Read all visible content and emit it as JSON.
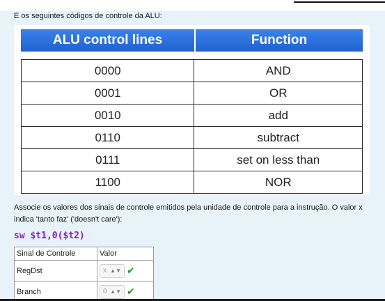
{
  "intro_text": "E os seguintes códigos de controle da ALU:",
  "alu_table": {
    "headers": [
      "ALU control lines",
      "Function"
    ],
    "rows": [
      [
        "0000",
        "AND"
      ],
      [
        "0001",
        "OR"
      ],
      [
        "0010",
        "add"
      ],
      [
        "0110",
        "subtract"
      ],
      [
        "0111",
        "set on less than"
      ],
      [
        "1100",
        "NOR"
      ]
    ]
  },
  "instruction_text": "Associe os valores dos sinais de controle emitidos pela unidade de controle para a instrução. O valor x indica 'tanto faz' ('doesn't care'):",
  "instruction_code": "sw $t1,0($t2)",
  "signal_table": {
    "headers": [
      "Sinal de Controle",
      "Valor"
    ],
    "rows": [
      {
        "signal": "RegDst",
        "value": "x",
        "correct": true
      },
      {
        "signal": "Branch",
        "value": "0",
        "correct": true
      }
    ]
  },
  "colors": {
    "header_blue": "#2f74e0",
    "code_purple": "#8a1ad0",
    "check_green": "#1c9a2b",
    "page_bg": "#e7f2f9"
  },
  "icons": {
    "select_arrow": "select-arrow-icon",
    "correct": "check-icon"
  }
}
